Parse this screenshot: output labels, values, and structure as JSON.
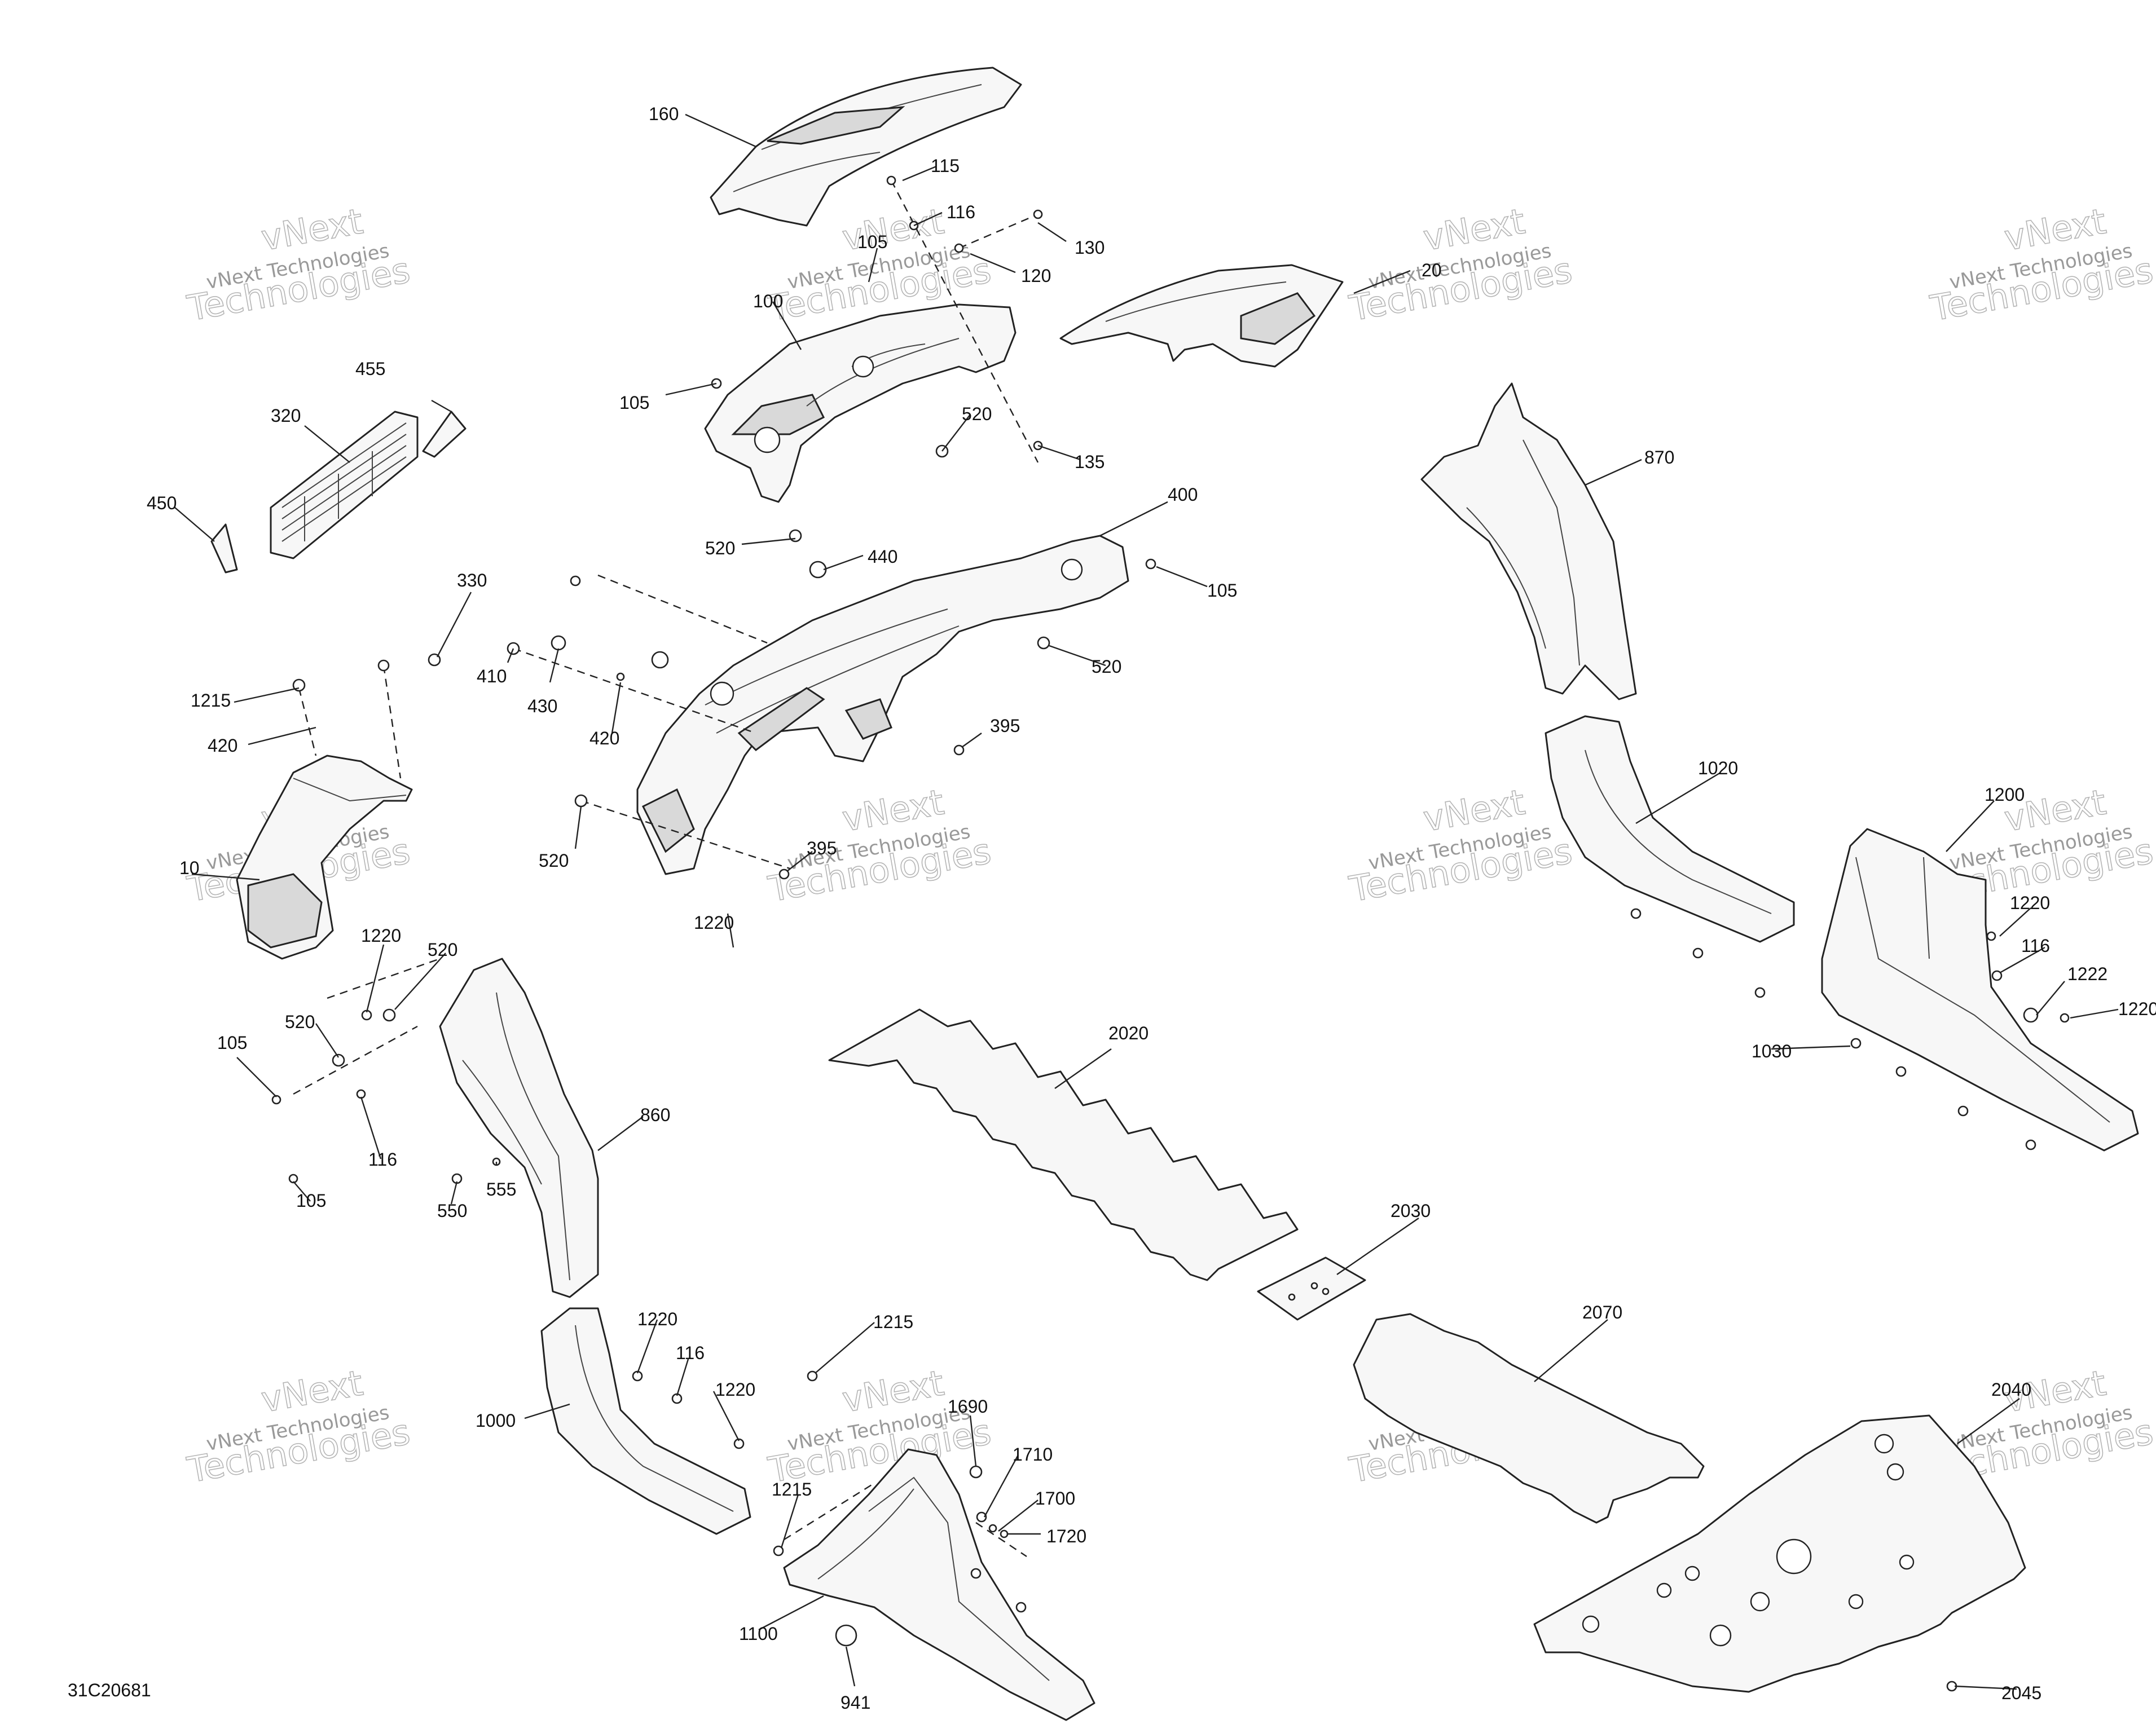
{
  "document_id": "31C20681",
  "watermark": {
    "line1": "vNext",
    "line2": "vNext Technologies",
    "line3": "Technologies"
  },
  "callouts": [
    {
      "id": "c160",
      "label": "160"
    },
    {
      "id": "c115",
      "label": "115"
    },
    {
      "id": "c116a",
      "label": "116"
    },
    {
      "id": "c105a",
      "label": "105"
    },
    {
      "id": "c130",
      "label": "130"
    },
    {
      "id": "c120",
      "label": "120"
    },
    {
      "id": "c20",
      "label": "20"
    },
    {
      "id": "c100",
      "label": "100"
    },
    {
      "id": "c105b",
      "label": "105"
    },
    {
      "id": "c520a",
      "label": "520"
    },
    {
      "id": "c135",
      "label": "135"
    },
    {
      "id": "c520b",
      "label": "520"
    },
    {
      "id": "c440",
      "label": "440"
    },
    {
      "id": "c455",
      "label": "455"
    },
    {
      "id": "c320",
      "label": "320"
    },
    {
      "id": "c450",
      "label": "450"
    },
    {
      "id": "c870",
      "label": "870"
    },
    {
      "id": "c400",
      "label": "400"
    },
    {
      "id": "c105c",
      "label": "105"
    },
    {
      "id": "c330",
      "label": "330"
    },
    {
      "id": "c520c",
      "label": "520"
    },
    {
      "id": "c410",
      "label": "410"
    },
    {
      "id": "c430",
      "label": "430"
    },
    {
      "id": "c1215a",
      "label": "1215"
    },
    {
      "id": "c420a",
      "label": "420"
    },
    {
      "id": "c420b",
      "label": "420"
    },
    {
      "id": "c395a",
      "label": "395"
    },
    {
      "id": "c1020",
      "label": "1020"
    },
    {
      "id": "c1200",
      "label": "1200"
    },
    {
      "id": "c520d",
      "label": "520"
    },
    {
      "id": "c395b",
      "label": "395"
    },
    {
      "id": "c10",
      "label": "10"
    },
    {
      "id": "c1220a",
      "label": "1220"
    },
    {
      "id": "c1220b",
      "label": "1220"
    },
    {
      "id": "c116b",
      "label": "116"
    },
    {
      "id": "c1222",
      "label": "1222"
    },
    {
      "id": "c1220c",
      "label": "1220"
    },
    {
      "id": "c1220d",
      "label": "1220"
    },
    {
      "id": "c520e",
      "label": "520"
    },
    {
      "id": "c520f",
      "label": "520"
    },
    {
      "id": "c105d",
      "label": "105"
    },
    {
      "id": "c1030",
      "label": "1030"
    },
    {
      "id": "c2020",
      "label": "2020"
    },
    {
      "id": "c860",
      "label": "860"
    },
    {
      "id": "c116c",
      "label": "116"
    },
    {
      "id": "c555",
      "label": "555"
    },
    {
      "id": "c105e",
      "label": "105"
    },
    {
      "id": "c550",
      "label": "550"
    },
    {
      "id": "c2030",
      "label": "2030"
    },
    {
      "id": "c2070",
      "label": "2070"
    },
    {
      "id": "c1220e",
      "label": "1220"
    },
    {
      "id": "c1215b",
      "label": "1215"
    },
    {
      "id": "c116d",
      "label": "116"
    },
    {
      "id": "c1220f",
      "label": "1220"
    },
    {
      "id": "c1000",
      "label": "1000"
    },
    {
      "id": "c1690",
      "label": "1690"
    },
    {
      "id": "c2040",
      "label": "2040"
    },
    {
      "id": "c1710",
      "label": "1710"
    },
    {
      "id": "c1215c",
      "label": "1215"
    },
    {
      "id": "c1700",
      "label": "1700"
    },
    {
      "id": "c1720",
      "label": "1720"
    },
    {
      "id": "c1100",
      "label": "1100"
    },
    {
      "id": "c2045",
      "label": "2045"
    },
    {
      "id": "c941",
      "label": "941"
    }
  ]
}
